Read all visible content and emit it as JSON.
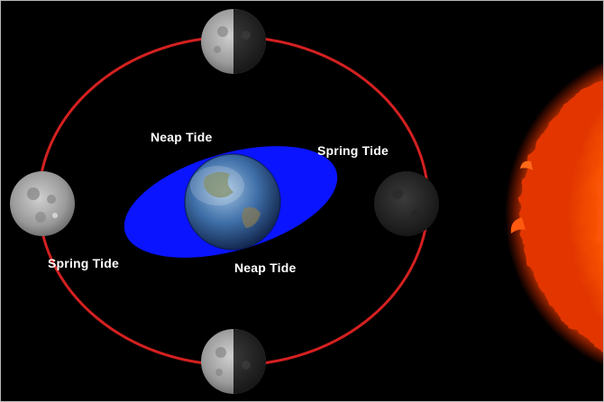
{
  "labels": {
    "neap_tide_top": "Neap Tide",
    "spring_tide_right": "Spring Tide",
    "spring_tide_left": "Spring Tide",
    "neap_tide_bottom": "Neap Tide"
  },
  "colors": {
    "background": "#000000",
    "orbit": "#d42020",
    "tidal_bulge": "#0a14ff",
    "earth_ocean": "#2f5f9c",
    "sun_core": "#ff7a10",
    "sun_edge": "#ff3a00",
    "moon_light": "#b8b8b8",
    "moon_dark": "#2a2a2a"
  },
  "icons": {
    "earth": "earth-icon",
    "moon_top": "moon-first-quarter-icon",
    "moon_left": "full-moon-icon",
    "moon_right": "new-moon-icon",
    "moon_bottom": "moon-third-quarter-icon",
    "sun": "sun-icon"
  }
}
